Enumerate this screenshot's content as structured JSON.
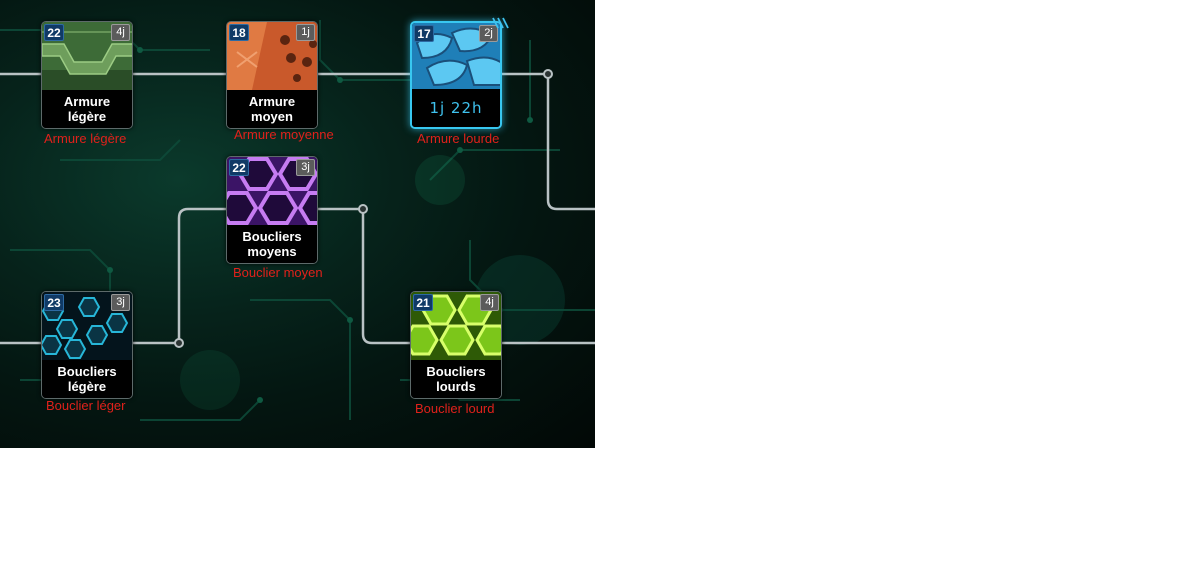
{
  "techs": [
    {
      "id": "armure-legere",
      "level": "22",
      "duration": "4j",
      "label": "Armure légère",
      "caption": "Armure légère",
      "art": "green-plate",
      "state": "idle"
    },
    {
      "id": "armure-moyenne",
      "level": "18",
      "duration": "1j",
      "label": "Armure moyen",
      "caption": "Armure moyenne",
      "art": "orange-plate",
      "state": "idle"
    },
    {
      "id": "armure-lourde",
      "level": "17",
      "duration": "2j",
      "label": "1j 22h",
      "caption": "Armure lourde",
      "art": "blue-scale",
      "state": "researching"
    },
    {
      "id": "boucliers-moyens",
      "level": "22",
      "duration": "3j",
      "label": "Boucliers moyens",
      "caption": "Bouclier moyen",
      "art": "purple-hex",
      "state": "idle"
    },
    {
      "id": "boucliers-legere",
      "level": "23",
      "duration": "3j",
      "label": "Boucliers légère",
      "caption": "Bouclier léger",
      "art": "cyan-hex",
      "state": "idle"
    },
    {
      "id": "boucliers-lourds",
      "level": "21",
      "duration": "4j",
      "label": "Boucliers lourds",
      "caption": "Bouclier lourd",
      "art": "lime-hex",
      "state": "idle"
    }
  ],
  "icons": {
    "researching": "signal-icon"
  },
  "colors": {
    "caption": "#e0211b",
    "timer": "#3fc2ee",
    "connector": "#b9c2c4"
  }
}
